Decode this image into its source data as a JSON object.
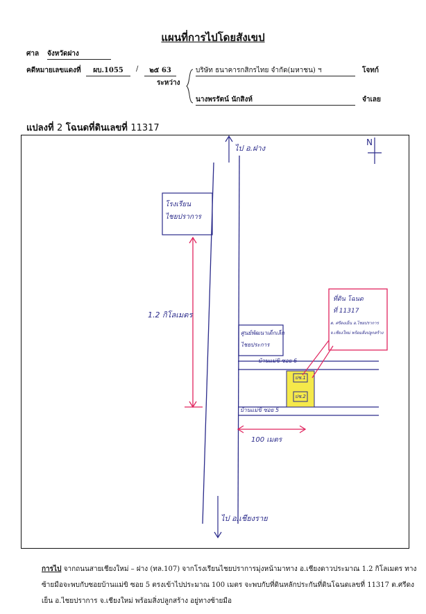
{
  "title": "แผนที่การไปโดยสังเขป",
  "court_label": "ศาล",
  "court_value": "จังหวัดฝาง",
  "case_label": "คดีหมายเลขแดงที่",
  "case_number": "ผบ.1055",
  "case_sep": "/",
  "case_year": "๒๕ 63",
  "between_label": "ระหว่าง",
  "plaintiff": "บริษัท ธนาคารกสิกรไทย จำกัด(มหาชน) ฯ",
  "plaintiff_role": "โจทก์",
  "defendant": "นางพรรัตน์  นักสิงห์",
  "defendant_role": "จำเลย",
  "plot_heading_prefix": "แปลงที่",
  "plot_heading_num": "2",
  "plot_heading_mid": "โฉนดที่ดินเลขที่",
  "plot_heading_deed": "11317",
  "map": {
    "north_top": "ไป อ.ฝาง",
    "south_bottom": "ไป อ.เชียงราย",
    "hospital_line1": "โรงเรียน",
    "hospital_line2": "ไชยปราการ",
    "distance_vertical": "1.2 กิโลเมตร",
    "school_line1": "ศูนย์พัฒนาเด็กเล็ก",
    "school_line2": "ไชยประการ",
    "soi_top": "บ้านแม่ขิ ซอย 6",
    "soi_bottom": "บ้านแม่ขิ ซอย 5",
    "distance_horizontal": "100 เมตร",
    "plot_label_1": "ปช.1",
    "plot_label_2": "ปช.2",
    "callout_line1": "ที่ดิน โฉนด",
    "callout_line2": "ที่ 11317",
    "callout_line3": "ต. ศรีดงเย็น อ.ไชยปราการ",
    "callout_line4": "จ.เชียงใหม่ พร้อมสิ่งปลูกสร้าง",
    "north_letter": "N"
  },
  "footer": {
    "lead": "การไป",
    "line1": " จากถนนสายเชียงใหม่ – ฝาง (ทล.107)  จากโรงเรียนไชยปราการมุ่งหน้ามาทาง อ.เชียงดาวประมาณ 1.2 กิโลเมตร ทาง",
    "line2": "ซ้ายมือจะพบกับซอยบ้านแม่ขิ ซอย 5 ตรงเข้าไปประมาณ 100 เมตร  จะพบกับที่ดินหลักประกันที่ดินโฉนดเลขที่  11317 ต.ศรีดง",
    "line3": "เย็น      อ.ไชยปราการ  จ.เชียงใหม่ พร้อมสิ่งปลูกสร้าง อยู่ทางซ้ายมือ"
  },
  "colors": {
    "highlight": "#f5e94a",
    "annotation_red": "#e0245e",
    "ink_blue": "#2a2a8a"
  }
}
